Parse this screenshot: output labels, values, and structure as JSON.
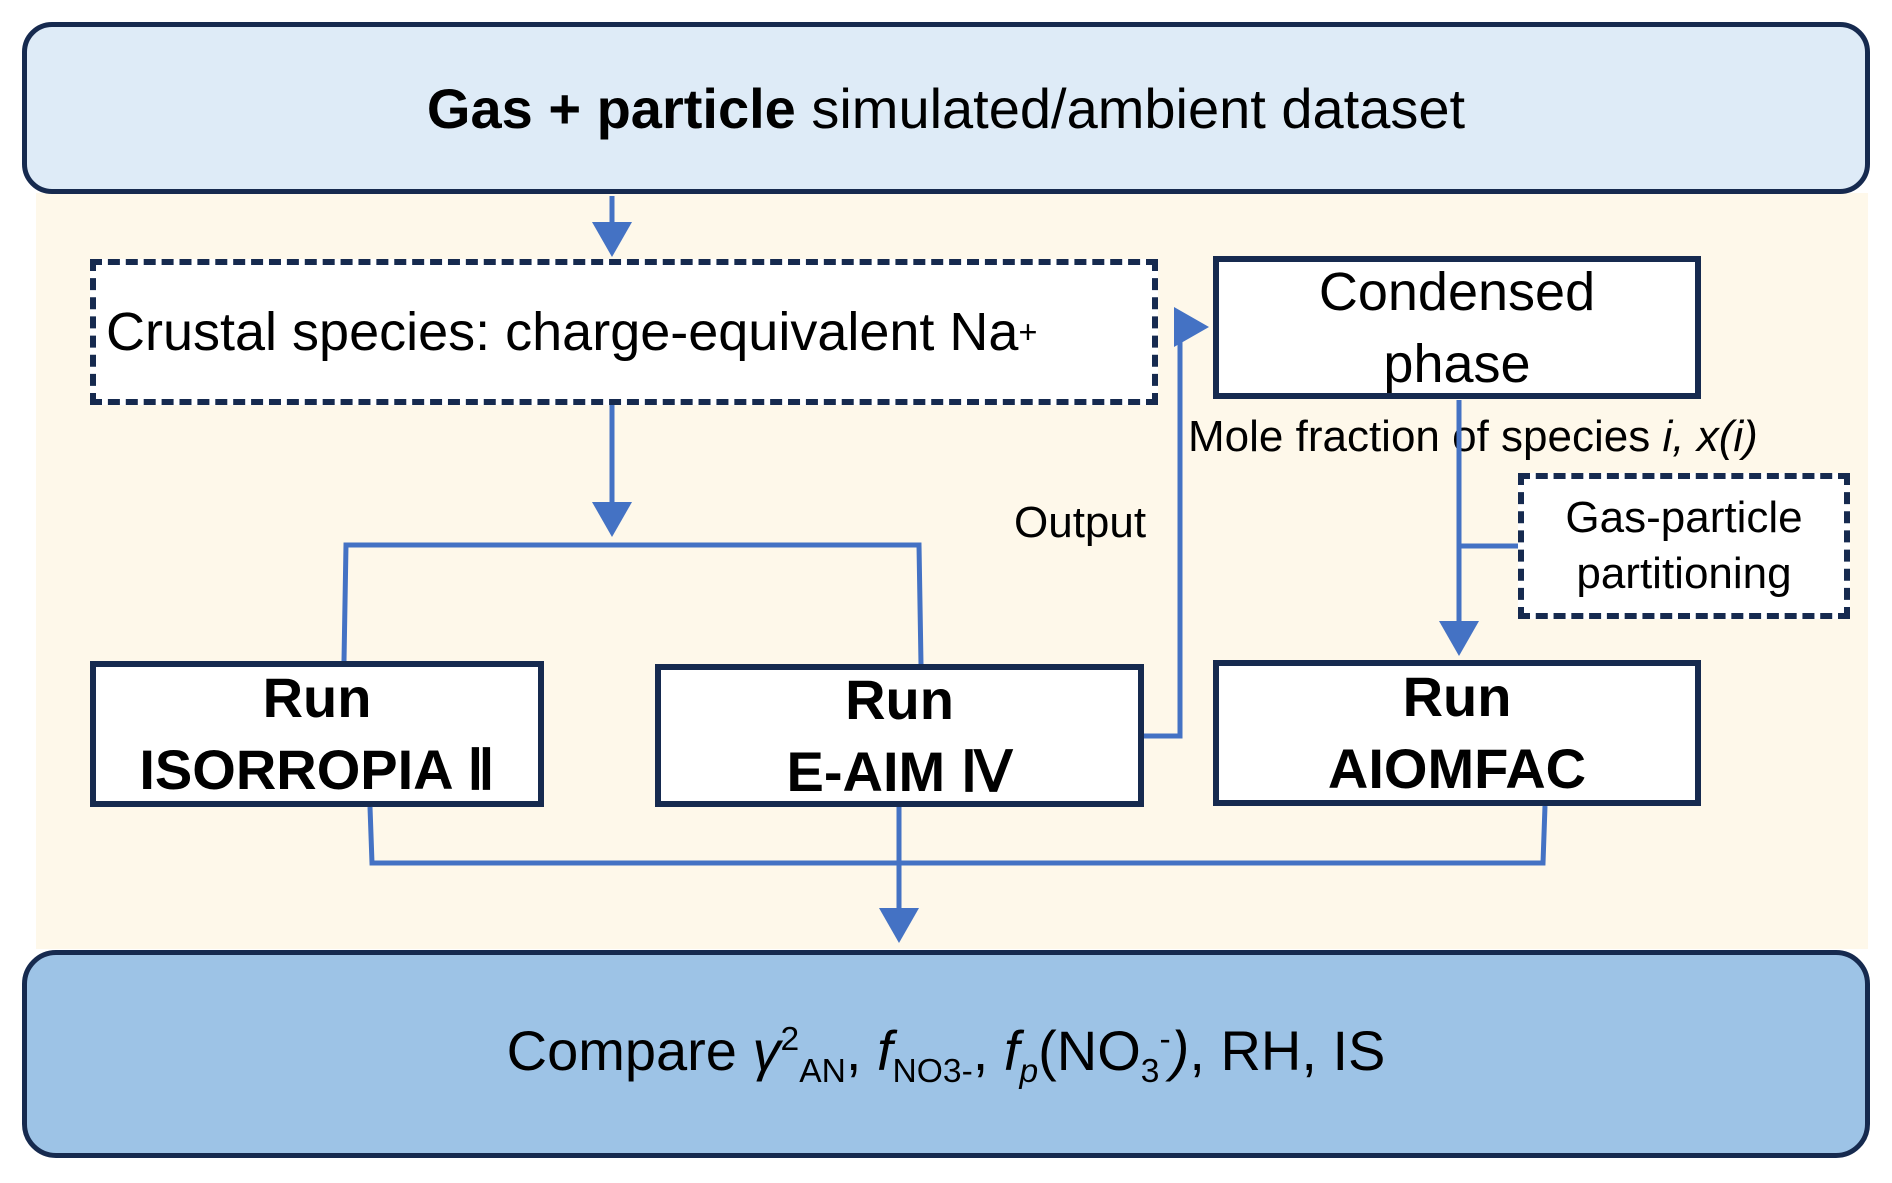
{
  "header": {
    "title_bold": "Gas + particle",
    "title_rest": "simulated/ambient dataset"
  },
  "crustal": {
    "text": "Crustal species: charge-equivalent Na",
    "superscript": "+"
  },
  "condensed": {
    "line1": "Condensed",
    "line2": "phase"
  },
  "mole_fraction": {
    "text": "Mole fraction of species ",
    "var_i": "i",
    "sep": ", ",
    "var_x": "x(i)"
  },
  "output_label": "Output",
  "gas_particle": {
    "line1": "Gas-particle",
    "line2": "partitioning"
  },
  "runs": [
    {
      "line1": "Run",
      "line2": "ISORROPIA Ⅱ"
    },
    {
      "line1": "Run",
      "line2": "E-AIM Ⅳ"
    },
    {
      "line1": "Run",
      "line2": "AIOMFAC"
    }
  ],
  "compare": {
    "prefix": "Compare ",
    "gamma": "γ",
    "gamma_sup": "2",
    "gamma_sub": "AN",
    "comma1": ", ",
    "f1": "f",
    "f1_sub": "NO3-",
    "comma2": ", ",
    "f2": "f",
    "f2_sub": "p",
    "paren_open": "(NO",
    "no3_sub": "3",
    "no3_sup": "-",
    "paren_close": ")",
    "suffix": ", RH, IS"
  },
  "colors": {
    "arrow": "#4472c4",
    "border": "#162a4f",
    "top_fill": "#deebf7",
    "bottom_fill": "#9dc3e6",
    "panel_fill": "#fef8ea"
  }
}
